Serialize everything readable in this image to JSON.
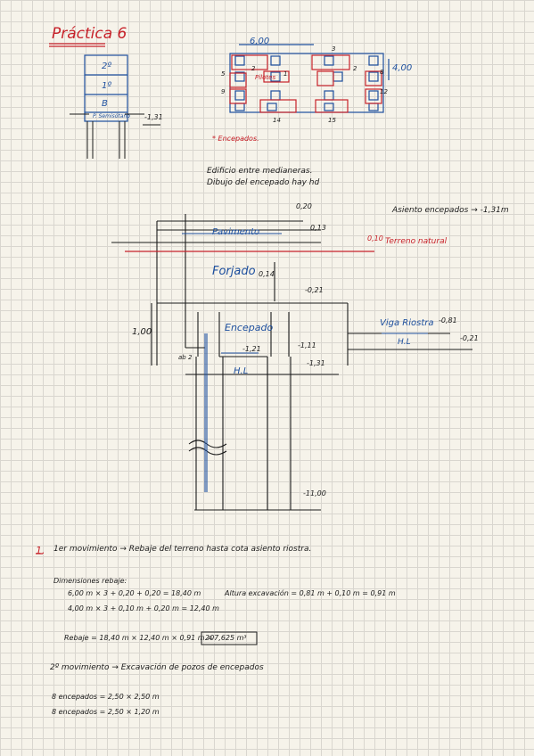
{
  "title": "Práctica 6",
  "elevation": {
    "floor_2": "2º",
    "floor_1": "1º",
    "ground": "B",
    "ground_label": "P. Semisótano",
    "level": "-1,31"
  },
  "plan": {
    "dim_top": "6,00",
    "dim_side": "4,00",
    "callouts": [
      "3",
      "5",
      "2",
      "2",
      "8",
      "9",
      "12",
      "14",
      "15",
      "1"
    ],
    "pile_label": "Pilotes"
  },
  "note_encepados": "* Encepados.",
  "edificio_text": [
    "Edificio entre medianeras.",
    "Dibujo del encepado hay hd"
  ],
  "section": {
    "asiento": "Asiento encepados → -1,31m",
    "pavimento": "Pavimento",
    "terreno": "Terreno natural",
    "forjado": "Forjado",
    "encepado": "Encepado",
    "viga_riostra": "Viga Riostra",
    "hl": "H.L",
    "hl2": "H.L",
    "d_100": "1,00",
    "d_014": "0,14",
    "lv_020": "0,20",
    "lv_010": "0,10",
    "lv_013": "0,13",
    "lv_021a": "-0,21",
    "lv_121": "-1,21",
    "lv_111": "-1,11",
    "lv_131": "-1,31",
    "lv_081": "-0,81",
    "lv_021b": "-0,21",
    "lv_1100": "-11,00",
    "ab": "ab 2"
  },
  "steps": {
    "s1_num": "1.",
    "s1": "1er movimiento → Rebaje del terreno hasta cota asiento riostra.",
    "dim_head": "Dimensiones rebaje:",
    "calc1": "6,00 m × 3 + 0,20 + 0,20 = 18,40 m",
    "calc2": "4,00 m × 3 + 0,10 m + 0,20 m = 12,40 m",
    "altura": "Altura excavación = 0,81 m + 0,10 m = 0,91 m",
    "rebaje_eq": "Rebaje = 18,40 m × 12,40 m × 0,91 m =",
    "rebaje_result": "207,625 m³",
    "s2": "2º movimiento → Excavación de pozos de encepados",
    "enc1": "8 encepados = 2,50 × 2,50 m",
    "enc2": "8 encepados = 2,50 × 1,20 m"
  }
}
